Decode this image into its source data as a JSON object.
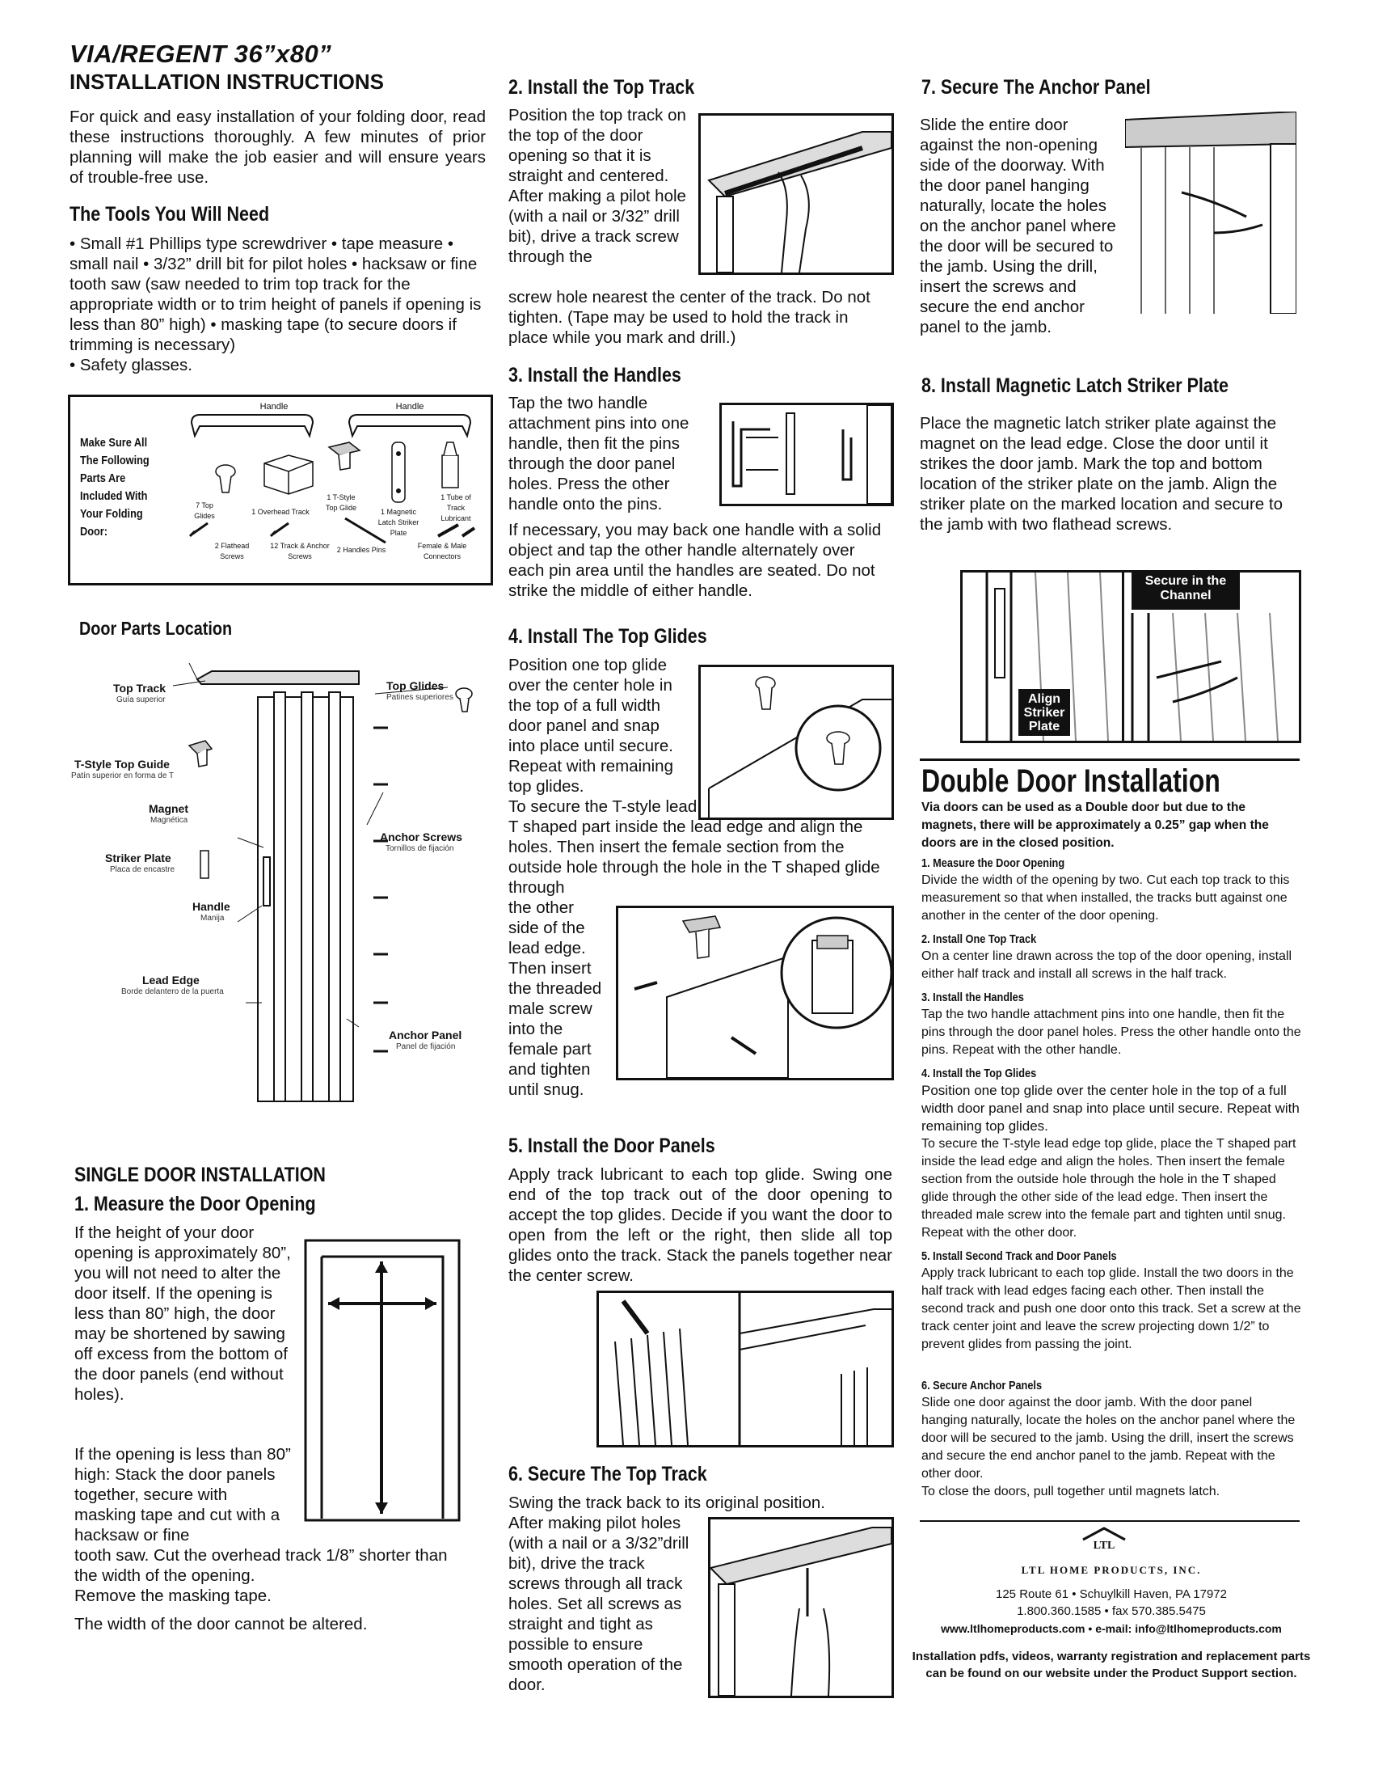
{
  "header": {
    "title": "VIA/REGENT 36”x80”",
    "subtitle": "INSTALLATION INSTRUCTIONS",
    "intro": "For quick and easy installation of your folding door, read these instructions thoroughly.  A few minutes of prior planning will make the job easier and will ensure years of trouble-free use."
  },
  "tools": {
    "heading": "The Tools You Will Need",
    "text": "• Small #1 Phillips type screwdriver • tape measure • small nail • 3/32” drill bit for pilot holes • hacksaw or fine tooth saw (saw needed to trim top track for the appropriate width or to trim height of panels if opening is less than 80” high) • masking tape (to secure doors if trimming is necessary)",
    "safety": "• Safety glasses."
  },
  "parts": {
    "intro": "Make Sure All The Following Parts Are Included With Your Folding Door:",
    "handle1": "Handle",
    "handle2": "Handle",
    "top_glides": "7 Top Glides",
    "overhead_track": "1 Overhead Track",
    "t_style": "1 T-Style Top Glide",
    "magnetic_plate": "1 Magnetic Latch Striker Plate",
    "tube": "1 Tube of Track Lubricant",
    "flathead": "2 Flathead Screws",
    "track_screws": "12 Track & Anchor Screws",
    "handle_pins": "2 Handles Pins",
    "connectors": "Female & Male Connectors"
  },
  "door_parts": {
    "heading": "Door Parts Location",
    "top_track": "Top Track",
    "top_track_es": "Guía superior",
    "top_glides": "Top Glides",
    "top_glides_es": "Patines superiores",
    "t_style": "T-Style Top Guide",
    "t_style_es": "Patín superior en forma de T",
    "magnet": "Magnet",
    "magnet_es": "Magnética",
    "anchor_screws": "Anchor Screws",
    "anchor_screws_es": "Tornillos de fijación",
    "striker": "Striker Plate",
    "striker_es": "Placa de encastre",
    "handle": "Handle",
    "handle_es": "Manija",
    "lead_edge": "Lead Edge",
    "lead_edge_es": "Borde delantero de la puerta",
    "anchor_panel": "Anchor Panel",
    "anchor_panel_es": "Panel de fijación"
  },
  "single": {
    "heading": "SINGLE DOOR INSTALLATION",
    "step1_heading": "1. Measure the Door Opening",
    "step1_text_a": "If the height of your door opening is approximately 80”, you will not need to alter the door itself.  If the opening is less than 80” high, the door may be shortened by sawing off excess from the bottom of the door panels (end without holes).",
    "step1_text_b1": "If the opening is less than 80” high:  Stack the door panels together, secure with masking tape and cut with a hacksaw or fine",
    "step1_text_b2": "tooth saw.  Cut the overhead track 1/8” shorter than the width of the opening.",
    "step1_text_b3": "Remove the masking tape.",
    "step1_text_c": "The width of the door cannot be altered."
  },
  "step2": {
    "heading": "2. Install the Top Track",
    "text_a": "Position the top track on the top of the door opening so that it is straight and centered. After making a pilot hole (with a nail or 3/32” drill bit), drive a track screw through the",
    "text_b": "screw hole nearest the center of the track. Do not tighten. (Tape may be used to hold the track in place while you mark and drill.)"
  },
  "step3": {
    "heading": "3. Install the Handles",
    "text_a": "Tap the two handle attachment pins into one handle, then fit the pins through the door panel holes.  Press the other handle onto the pins.",
    "text_b": "If necessary, you may back one handle with a solid object and tap the other handle alternately over each pin area until the handles are seated. Do not strike the middle of either handle."
  },
  "step4": {
    "heading": "4. Install The Top Glides",
    "text_a": "Position one top glide over the center hole in the top of a full width door panel and snap into place until secure. Repeat with remaining top glides.",
    "text_b": "To secure the T-style lead edge top glide, place the T shaped part inside the lead edge and align the holes. Then insert the female section from the outside hole through the hole in the T shaped glide through",
    "text_c": "the other side of the lead edge. Then insert the threaded male screw into the female part and tighten until snug."
  },
  "step5": {
    "heading": "5. Install the Door Panels",
    "text": "Apply track lubricant to each top glide. Swing one end of the top track out of the door opening to accept the top glides. Decide if you want the door to open from the left or the right, then slide all top glides onto the track. Stack the panels together near the center screw."
  },
  "step6": {
    "heading": "6. Secure The Top Track",
    "text_a": "Swing the track back to its original position.",
    "text_b": "After making pilot holes (with a nail or a 3/32”drill bit), drive the track screws through all track holes. Set all screws as straight and tight as possible to ensure smooth operation of the door."
  },
  "step7": {
    "heading": "7. Secure The Anchor Panel",
    "text": "Slide the entire door against the non-opening side of the doorway. With the door panel hanging naturally, locate the holes on the anchor panel where the door will be secured to the jamb. Using the drill, insert the screws and secure the end anchor panel to the jamb."
  },
  "step8": {
    "heading": "8. Install Magnetic Latch Striker Plate",
    "text": "Place the magnetic latch striker plate against the magnet on the lead edge. Close the door until it strikes the door jamb. Mark the top and bottom location of the striker plate on the jamb. Align the striker plate on the marked location and secure to the jamb with two flathead screws.",
    "label_align": "Align Striker Plate",
    "label_secure": "Secure in the Channel"
  },
  "double": {
    "heading": "Double Door Installation",
    "intro": "Via doors can be used as a Double door but due to the magnets, there will be approximately a 0.25” gap when the doors are in the closed position.",
    "s1_h": "1. Measure the Door Opening",
    "s1": "Divide the width of the opening by two.  Cut each top track to this measurement so that when installed, the tracks butt against one another in the center of the door opening.",
    "s2_h": "2. Install One Top Track",
    "s2": "On a center line drawn across the top of the door opening, install either half track and install all screws in the half track.",
    "s3_h": "3. Install the Handles",
    "s3": "Tap the two handle attachment pins into one handle, then fit the pins through the door panel holes.  Press the other handle onto the pins. Repeat with the other handle.",
    "s4_h": "4. Install the Top Glides",
    "s4a": "Position one top glide over the center hole in the top of a full width door panel and snap into place until secure.  Repeat with remaining top glides.",
    "s4b": "To secure the T-style lead edge top glide, place the T shaped part inside the lead edge and align the holes.  Then insert the female section from the outside hole through the hole in the T shaped glide through the other side of the lead edge. Then insert the threaded male screw into the female part and tighten until snug. Repeat with the other door.",
    "s5_h": "5. Install Second Track and Door Panels",
    "s5": "Apply track lubricant to each top glide. Install the two doors in the half track with lead edges facing each other. Then install the second track and push one door onto this track. Set a screw at the track center joint and leave the screw projecting down 1/2” to prevent glides from passing the joint.",
    "s6_h": "6. Secure Anchor Panels",
    "s6": "Slide one door against the door jamb. With the door panel hanging naturally, locate the holes on the anchor panel where the door will be secured to the jamb.  Using the drill, insert the screws and secure the end anchor panel to the jamb.  Repeat with the other door.",
    "s6b": "To close the doors, pull together until magnets latch."
  },
  "footer": {
    "logo": "LTL",
    "company": "LTL HOME PRODUCTS, INC.",
    "address": "125 Route 61 • Schuylkill Haven, PA 17972",
    "phone": "1.800.360.1585 • fax 570.385.5475",
    "web": "www.ltlhomeproducts.com • e-mail: info@ltlhomeproducts.com",
    "note": "Installation pdfs, videos, warranty registration and replacement parts can be found on our website under the Product Support section."
  }
}
